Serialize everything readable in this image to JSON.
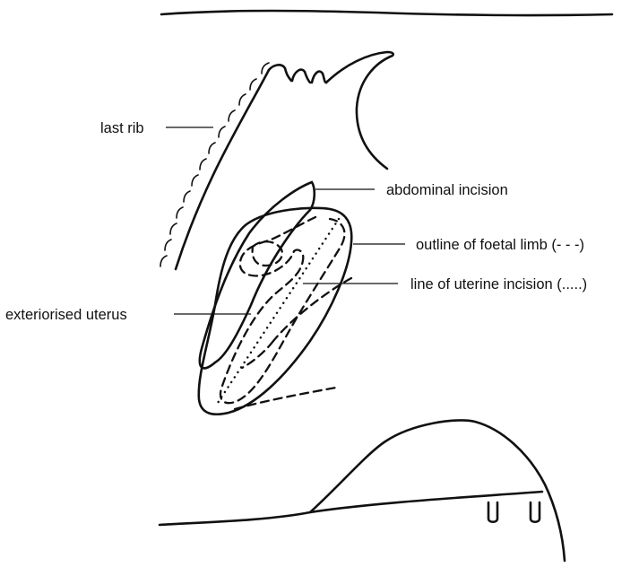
{
  "labels": {
    "last_rib": "last rib",
    "abdominal_incision": "abdominal incision",
    "foetal_limb": "outline of foetal limb (- - -)",
    "uterine_incision": "line of uterine incision (.....)",
    "exteriorised_uterus": "exteriorised uterus"
  },
  "colors": {
    "ink": "#111111",
    "background": "#ffffff"
  }
}
